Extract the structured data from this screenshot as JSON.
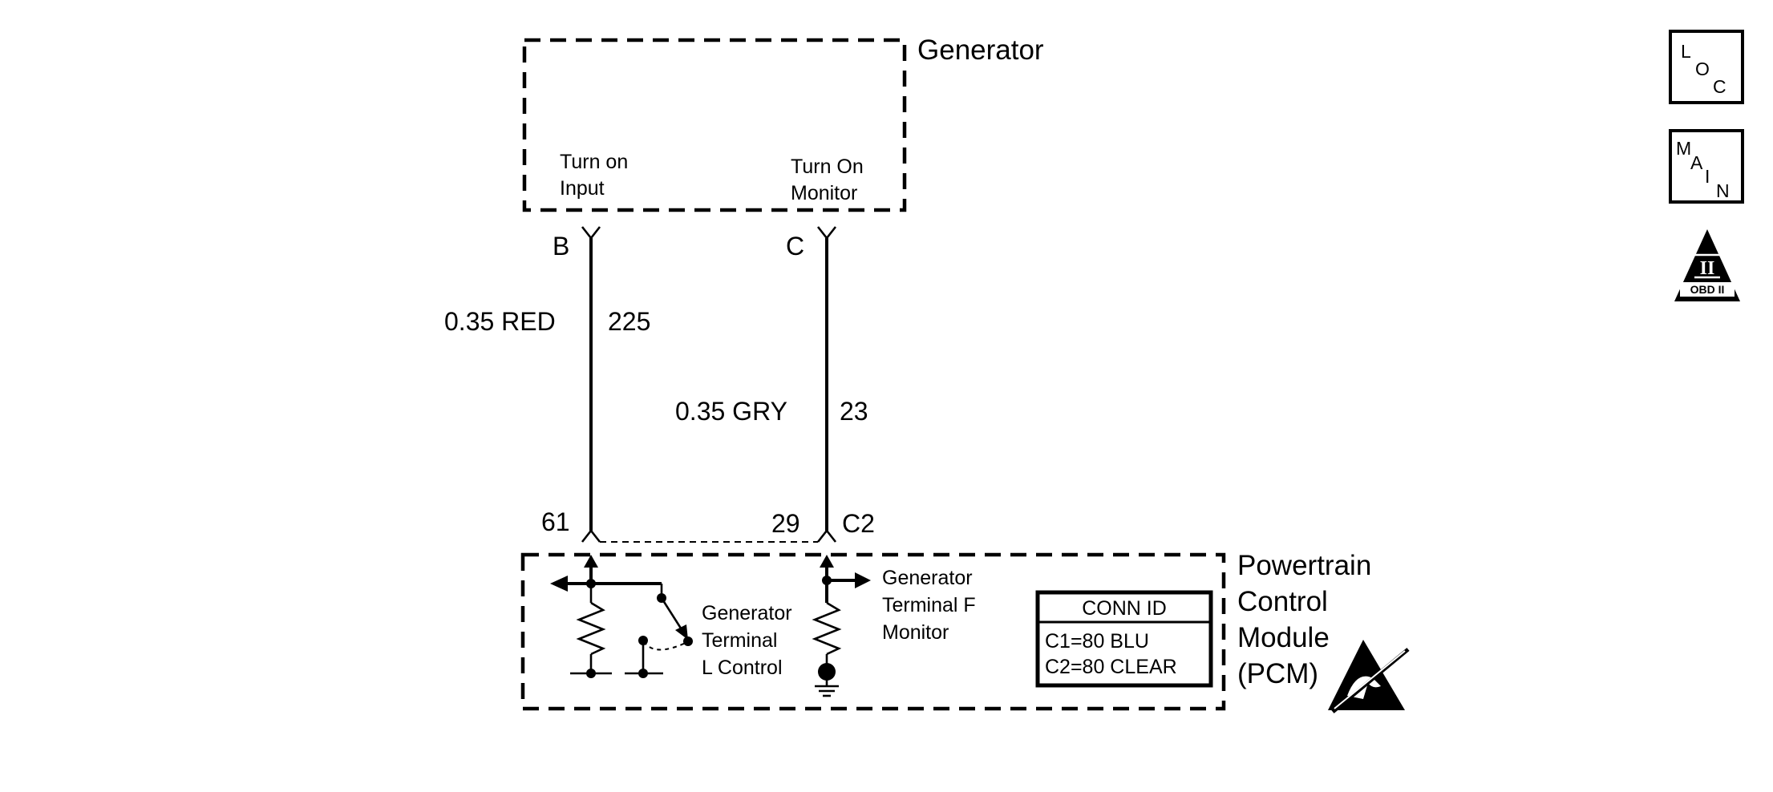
{
  "generator": {
    "title": "Generator",
    "turn_on_input": [
      "Turn on",
      "Input"
    ],
    "turn_on_monitor": [
      "Turn On",
      "Monitor"
    ],
    "pin_b": "B",
    "pin_c": "C"
  },
  "wires": {
    "left": {
      "gauge_color": "0.35 RED",
      "circuit": "225"
    },
    "right": {
      "gauge_color": "0.35 GRY",
      "circuit": "23"
    }
  },
  "pcm": {
    "title": [
      "Powertrain",
      "Control",
      "Module",
      "(PCM)"
    ],
    "pin_61": "61",
    "pin_29": "29",
    "connector": "C2",
    "terminal_l": [
      "Generator",
      "Terminal",
      "L Control"
    ],
    "terminal_f": [
      "Generator",
      "Terminal F",
      "Monitor"
    ],
    "conn_id": {
      "header": "CONN ID",
      "rows": [
        "C1=80 BLU",
        "C2=80 CLEAR"
      ]
    }
  },
  "icons": {
    "loc": [
      "L",
      "O",
      "C"
    ],
    "main": [
      "M",
      "A",
      "I",
      "N"
    ],
    "obd": {
      "numeral": "II",
      "label": "OBD II"
    }
  }
}
